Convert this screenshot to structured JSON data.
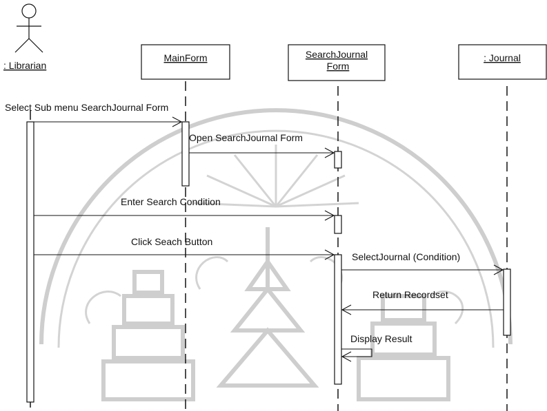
{
  "actor": {
    "label": ": Librarian"
  },
  "objects": {
    "mainform": {
      "label": "MainForm"
    },
    "searchjournalform": {
      "line1": "SearchJournal",
      "line2": "Form"
    },
    "journal": {
      "label": ": Journal"
    }
  },
  "messages": {
    "m1": "Select Sub  menu SearchJournal Form",
    "m2": "Open SearchJournal Form",
    "m3": "Enter Search Condition",
    "m4": "Click Seach Button",
    "m5": "SelectJournal (Condition)",
    "m6": "Return Recordset",
    "m7": "Display Result"
  }
}
